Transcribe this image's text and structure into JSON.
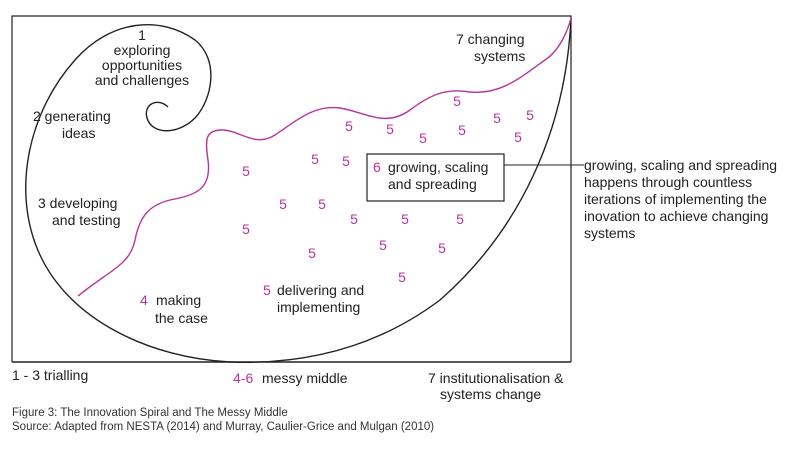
{
  "colors": {
    "accent": "#b8359c",
    "ink": "#222222"
  },
  "stages": {
    "s1_num": "1",
    "s1_line1": "exploring",
    "s1_line2": "opportunities",
    "s1_line3": "and challenges",
    "s2_line1": "2 generating",
    "s2_line2": "ideas",
    "s3_line1": "3 developing",
    "s3_line2": "and testing",
    "s4_num": "4",
    "s4_line1": "making",
    "s4_line2": "the case",
    "s5_num": "5",
    "s5_line1": "delivering and",
    "s5_line2": "implementing",
    "s6_num": "6",
    "s6_line1": "growing, scaling",
    "s6_line2": "and spreading",
    "s7_line1": "7 changing",
    "s7_line2": "systems"
  },
  "scattered_mark": "5",
  "phases": {
    "left": "1 - 3 trialling",
    "middle_num": "4-6",
    "middle_label": "messy middle",
    "right_line1": "7 institutionalisation &",
    "right_line2": "systems change"
  },
  "callout": {
    "line1": "growing, scaling and spreading",
    "line2": "happens through countless",
    "line3": "iterations of implementing the",
    "line4": "inovation to achieve changing",
    "line5": "systems"
  },
  "caption": {
    "figure": "Figure 3: The Innovation Spiral and The Messy Middle",
    "source": "Source: Adapted from NESTA (2014) and Murray, Caulier-Grice and Mulgan (2010)"
  }
}
